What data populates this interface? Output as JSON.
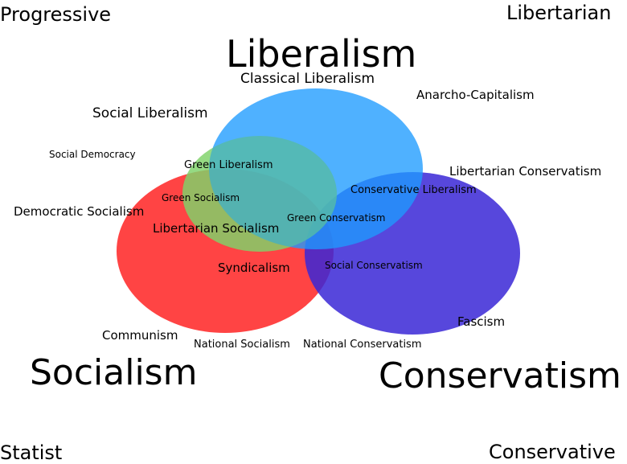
{
  "corners": {
    "top_left": "Progressive",
    "top_right": "Libertarian",
    "bottom_left": "Statist",
    "bottom_right": "Conservative"
  },
  "sets": {
    "liberalism": {
      "label": "Liberalism",
      "color": "#1e9bff"
    },
    "socialism": {
      "label": "Socialism",
      "color": "#ff2a2a"
    },
    "conservatism": {
      "label": "Conservatism",
      "color": "#3a27d6"
    },
    "green": {
      "color": "#7fd36a"
    }
  },
  "ideologies": {
    "classical_liberalism": "Classical Liberalism",
    "anarcho_capitalism": "Anarcho-Capitalism",
    "social_liberalism": "Social Liberalism",
    "social_democracy": "Social Democracy",
    "green_liberalism": "Green Liberalism",
    "libertarian_conservatism": "Libertarian Conservatism",
    "conservative_liberalism": "Conservative Liberalism",
    "green_socialism": "Green Socialism",
    "democratic_socialism": "Democratic Socialism",
    "green_conservatism": "Green Conservatism",
    "libertarian_socialism": "Libertarian Socialism",
    "social_conservatism": "Social Conservatism",
    "syndicalism": "Syndicalism",
    "fascism": "Fascism",
    "communism": "Communism",
    "national_socialism": "National Socialism",
    "national_conservatism": "National Conservatism"
  }
}
